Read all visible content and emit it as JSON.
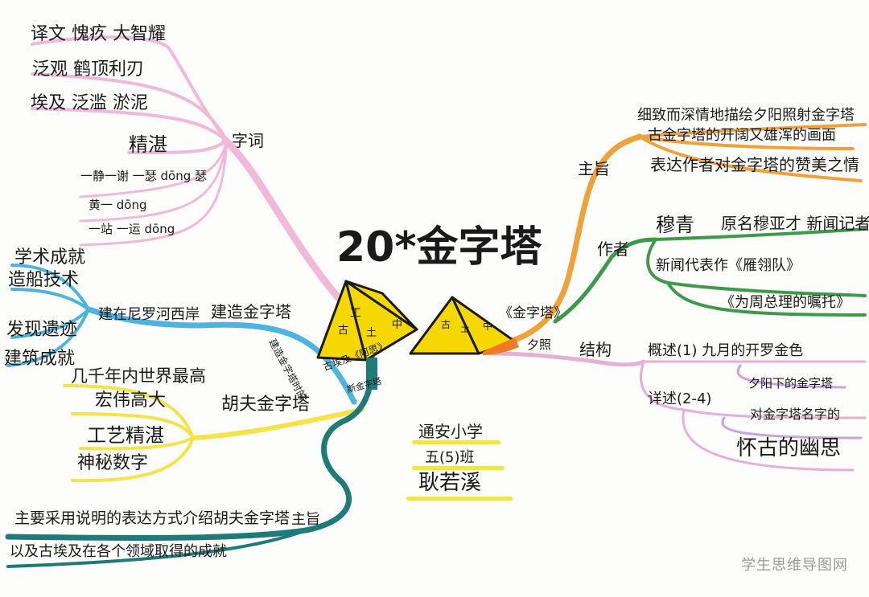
{
  "title": "20*金字塔",
  "center_pyramid_chars": [
    "工",
    "古",
    "土",
    "中"
  ],
  "second_pyramid_chars": [
    "古",
    "土",
    "中"
  ],
  "center_labels": {
    "article_1": "《金字塔》",
    "article_2": "夕照",
    "side_note_1": "建造金字塔时的",
    "side_note_2": "古埃及《阿思》",
    "side_note_3": "斯金字塔"
  },
  "school_info": [
    "通安小学",
    "五(5)班",
    "耿若溪"
  ],
  "left_branches": {
    "words": {
      "label": "字词",
      "rows": [
        "译文  愧疚  大智耀",
        "泛观  鹤顶利刃",
        "埃及  泛滥  淤泥"
      ],
      "jingzhan": "精湛",
      "pron_rows": [
        "一静一谢  一瑟 dōng 瑟",
        "黄一  dōng",
        "一站 一运  dōng"
      ]
    },
    "build": {
      "label": "建造金字塔",
      "sub": "建在尼罗河西岸",
      "leaves": [
        "学术成就",
        "造船技术",
        "发现遗迹",
        "建筑成就"
      ]
    },
    "khufu": {
      "label": "胡夫金字塔",
      "leaves": [
        "几千年内世界最高",
        "宏伟高大",
        "工艺精湛",
        "神秘数字"
      ]
    },
    "theme": {
      "label": "主旨",
      "lines": [
        "主要采用说明的表达方式介绍胡夫金字塔",
        "以及古埃及在各个领域取得的成就"
      ]
    }
  },
  "right_branches": {
    "main_point": {
      "label": "主旨",
      "lines": [
        "细致而深情地描绘夕阳照射金字塔",
        "古金字塔的开阔又雄浑的画面",
        "表达作者对金字塔的赞美之情"
      ]
    },
    "author": {
      "label": "作者",
      "name": "穆青",
      "name_note": "原名穆亚才 新闻记者",
      "works": [
        "新闻代表作《雁翎队》",
        "《为周总理的嘱托》"
      ]
    },
    "structure": {
      "label": "结构",
      "overview": "概述(1)  九月的开罗金色",
      "detail": "详述(2-4)",
      "detail_items": [
        "夕阳下的金字塔",
        "对金字塔名字的"
      ],
      "ending": "怀古的幽思"
    }
  },
  "watermark": "学生思维导图网",
  "colors": {
    "pyramid": "#f5d800",
    "ink": "#1a1a1a",
    "branch_orange": "#f0a23a",
    "branch_green": "#3e9a4a",
    "branch_pink": "#f2b8d8",
    "branch_blue": "#4fb3e0",
    "branch_yellow": "#f5e34a",
    "branch_teal": "#1f7a7a",
    "branch_purple": "#c9a2e0"
  }
}
